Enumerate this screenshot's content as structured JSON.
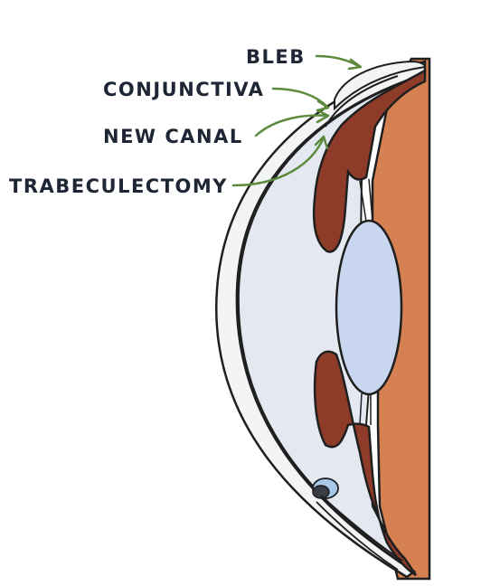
{
  "labels": {
    "bleb": "BLEB",
    "conjunctiva": "CONJUNCTIVA",
    "new_canal": "NEW CANAL",
    "trabeculectomy": "TRABECULECTOMY"
  },
  "colors": {
    "outline": "#1f1f1f",
    "cornea": "#f2f4f6",
    "aqueous": "#e4e9f1",
    "lens": "#c9d6ef",
    "iris": "#8e3b2a",
    "vitreous": "#d68152",
    "arrow": "#5e8a3e",
    "label_text": "#1e2636"
  }
}
